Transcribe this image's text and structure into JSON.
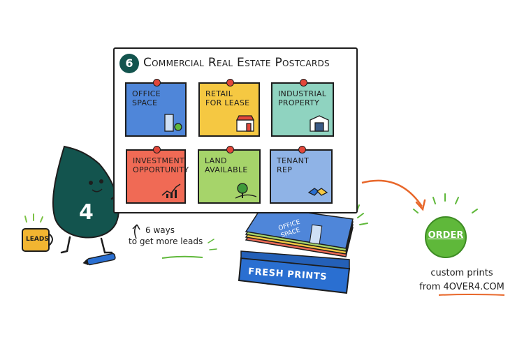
{
  "board": {
    "badge_number": "6",
    "title": "Commercial Real Estate Postcards"
  },
  "cards": [
    {
      "label_line1": "OFFICE",
      "label_line2": "SPACE",
      "color": "#4f86d9",
      "icon": "office-building-icon"
    },
    {
      "label_line1": "RETAIL",
      "label_line2": "FOR LEASE",
      "color": "#f5c842",
      "icon": "storefront-icon"
    },
    {
      "label_line1": "INDUSTRIAL",
      "label_line2": "PROPERTY",
      "color": "#8fd3c0",
      "icon": "warehouse-icon"
    },
    {
      "label_line1": "INVESTMENT",
      "label_line2": "OPPORTUNITY",
      "color": "#f06a55",
      "icon": "growth-chart-icon"
    },
    {
      "label_line1": "LAND",
      "label_line2": "AVAILABLE",
      "color": "#a6d46a",
      "icon": "tree-icon"
    },
    {
      "label_line1": "TENANT",
      "label_line2": "REP",
      "color": "#8fb3e6",
      "icon": "handshake-icon"
    }
  ],
  "mascot": {
    "number": "4",
    "mug_label": "LEADS",
    "note_line1": "6 ways",
    "note_line2": "to get more leads"
  },
  "stack": {
    "top_card_line1": "OFFICE",
    "top_card_line2": "SPACE",
    "box_label": "FRESH PRINTS"
  },
  "cta": {
    "button_label": "ORDER",
    "line1": "custom prints",
    "line2": "from 4OVER4.COM"
  },
  "colors": {
    "brand_dark_green": "#13544e",
    "order_green": "#5fb83a",
    "arrow_orange": "#e8672a",
    "box_blue": "#2a6fd1"
  }
}
